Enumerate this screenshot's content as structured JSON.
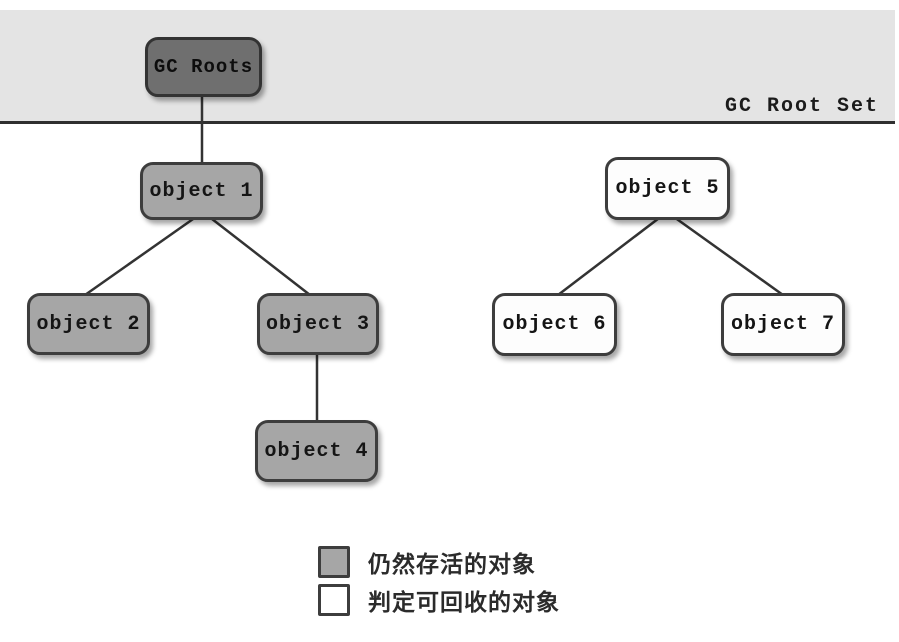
{
  "diagram": {
    "title_semantic": "GC reachability analysis diagram",
    "root_set_label": "GC Root Set",
    "nodes": {
      "gc_roots": {
        "label": "GC Roots",
        "status": "root"
      },
      "object1": {
        "label": "object 1",
        "status": "alive"
      },
      "object2": {
        "label": "object 2",
        "status": "alive"
      },
      "object3": {
        "label": "object 3",
        "status": "alive"
      },
      "object4": {
        "label": "object 4",
        "status": "alive"
      },
      "object5": {
        "label": "object 5",
        "status": "collectible"
      },
      "object6": {
        "label": "object 6",
        "status": "collectible"
      },
      "object7": {
        "label": "object 7",
        "status": "collectible"
      }
    },
    "edges": [
      {
        "from": "gc_roots",
        "to": "object1"
      },
      {
        "from": "object1",
        "to": "object2"
      },
      {
        "from": "object1",
        "to": "object3"
      },
      {
        "from": "object3",
        "to": "object4"
      },
      {
        "from": "object5",
        "to": "object6"
      },
      {
        "from": "object5",
        "to": "object7"
      }
    ],
    "legend": [
      {
        "key": "alive",
        "label": "仍然存活的对象",
        "color": "#a6a6a6"
      },
      {
        "key": "collectible",
        "label": "判定可回收的对象",
        "color": "#ffffff"
      }
    ],
    "colors": {
      "band_background": "#e4e4e4",
      "band_line": "#2f2f2f",
      "root_node_fill": "#6f6f6f",
      "alive_node_fill": "#a6a6a6",
      "collectible_node_fill": "#fdfdfd",
      "node_border": "#3d3d3d",
      "edge_stroke": "#333333",
      "page_background": "#ffffff"
    }
  }
}
